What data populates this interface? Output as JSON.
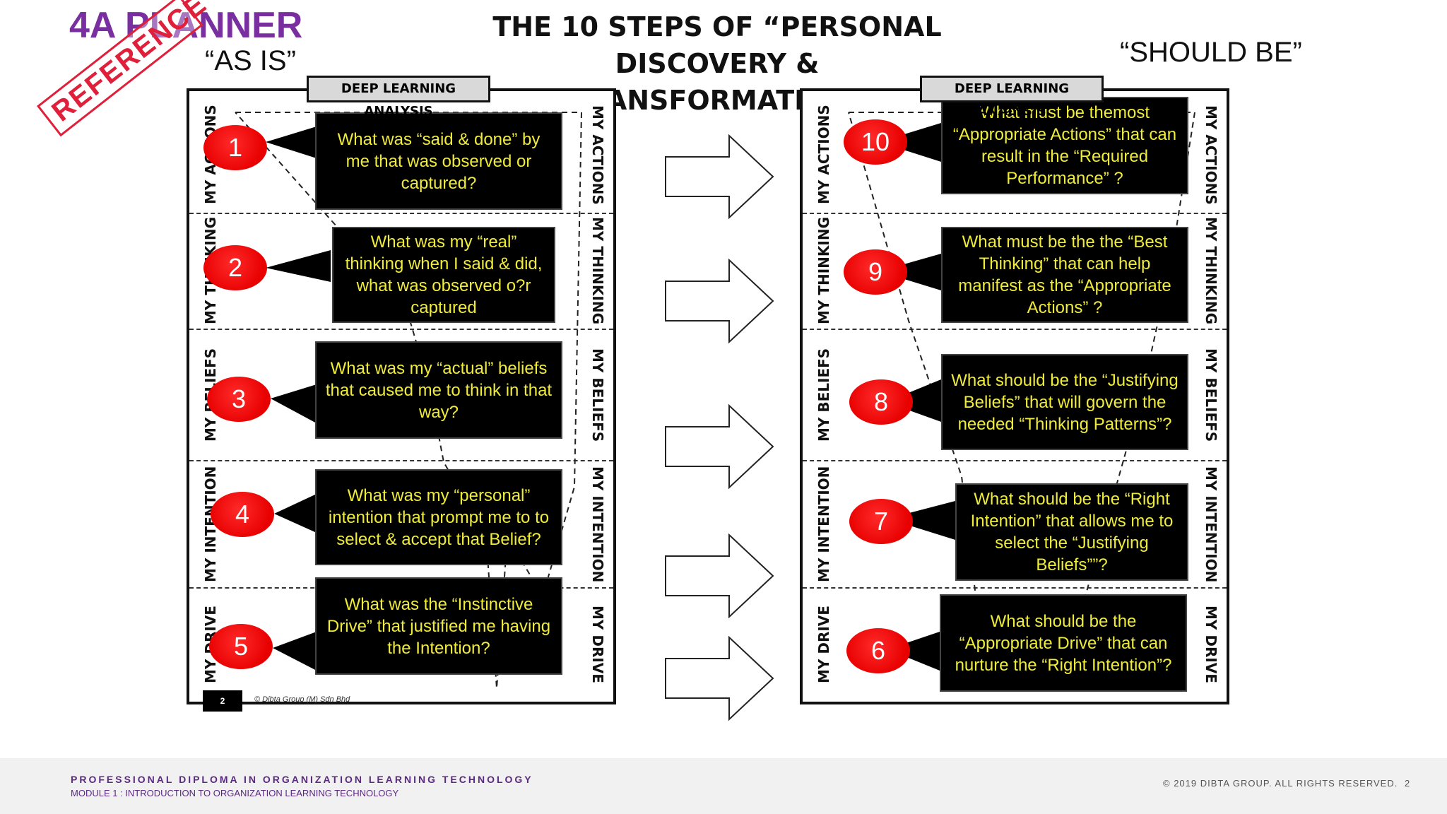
{
  "brand": "4A PLANNER",
  "title_line1": "THE 10 STEPS OF “PERSONAL",
  "title_line2": "DISCOVERY & TRANSFORMATION”",
  "as_is": "“AS IS”",
  "should_be": "“SHOULD BE”",
  "stamp": "REFERENCE",
  "panel_header": "DEEP LEARNING ANALYSIS",
  "labels": [
    "MY ACTIONS",
    "MY THINKING",
    "MY BELIEFS",
    "MY INTENTION",
    "MY DRIVE"
  ],
  "left_steps": [
    {
      "num": "1",
      "text": "What was “said & done” by me that was observed or captured?"
    },
    {
      "num": "2",
      "text": "What was my “real” thinking when I said & did, what was observed o?r captured"
    },
    {
      "num": "3",
      "text": "What was my “actual” beliefs that caused me to think in that way?"
    },
    {
      "num": "4",
      "text": "What was my “personal” intention that prompt me to to select & accept that Belief?"
    },
    {
      "num": "5",
      "text": "What was the “Instinctive Drive” that justified me having the Intention?"
    }
  ],
  "right_steps": [
    {
      "num": "10",
      "text": "What must be themost “Appropriate Actions” that can result in the “Required Performance” ?"
    },
    {
      "num": "9",
      "text": "What must be the the “Best Thinking” that can help manifest as the “Appropriate Actions” ?"
    },
    {
      "num": "8",
      "text": "What should be the “Justifying Beliefs” that will govern the needed “Thinking Patterns”?"
    },
    {
      "num": "7",
      "text": "What should be the “Right Intention” that allows me to select the “Justifying Beliefs””?"
    },
    {
      "num": "6",
      "text": "What should be the “Appropriate Drive”   that can nurture the “Right Intention”?"
    }
  ],
  "page_badge": "2",
  "small_copyright": "© Dibta Group (M) Sdn Bhd",
  "footer": {
    "program": "PROFESSIONAL DIPLOMA IN ORGANIZATION LEARNING TECHNOLOGY",
    "module": "MODULE 1 : INTRODUCTION TO ORGANIZATION LEARNING TECHNOLOGY",
    "copyright": "© 2019 DIBTA GROUP. ALL RIGHTS RESERVED.",
    "page": "2"
  },
  "colors": {
    "brand": "#7a2fa0",
    "stamp": "#e0203a",
    "box_bg": "#000000",
    "box_text": "#f0ec3a",
    "circle": "#e80000"
  }
}
